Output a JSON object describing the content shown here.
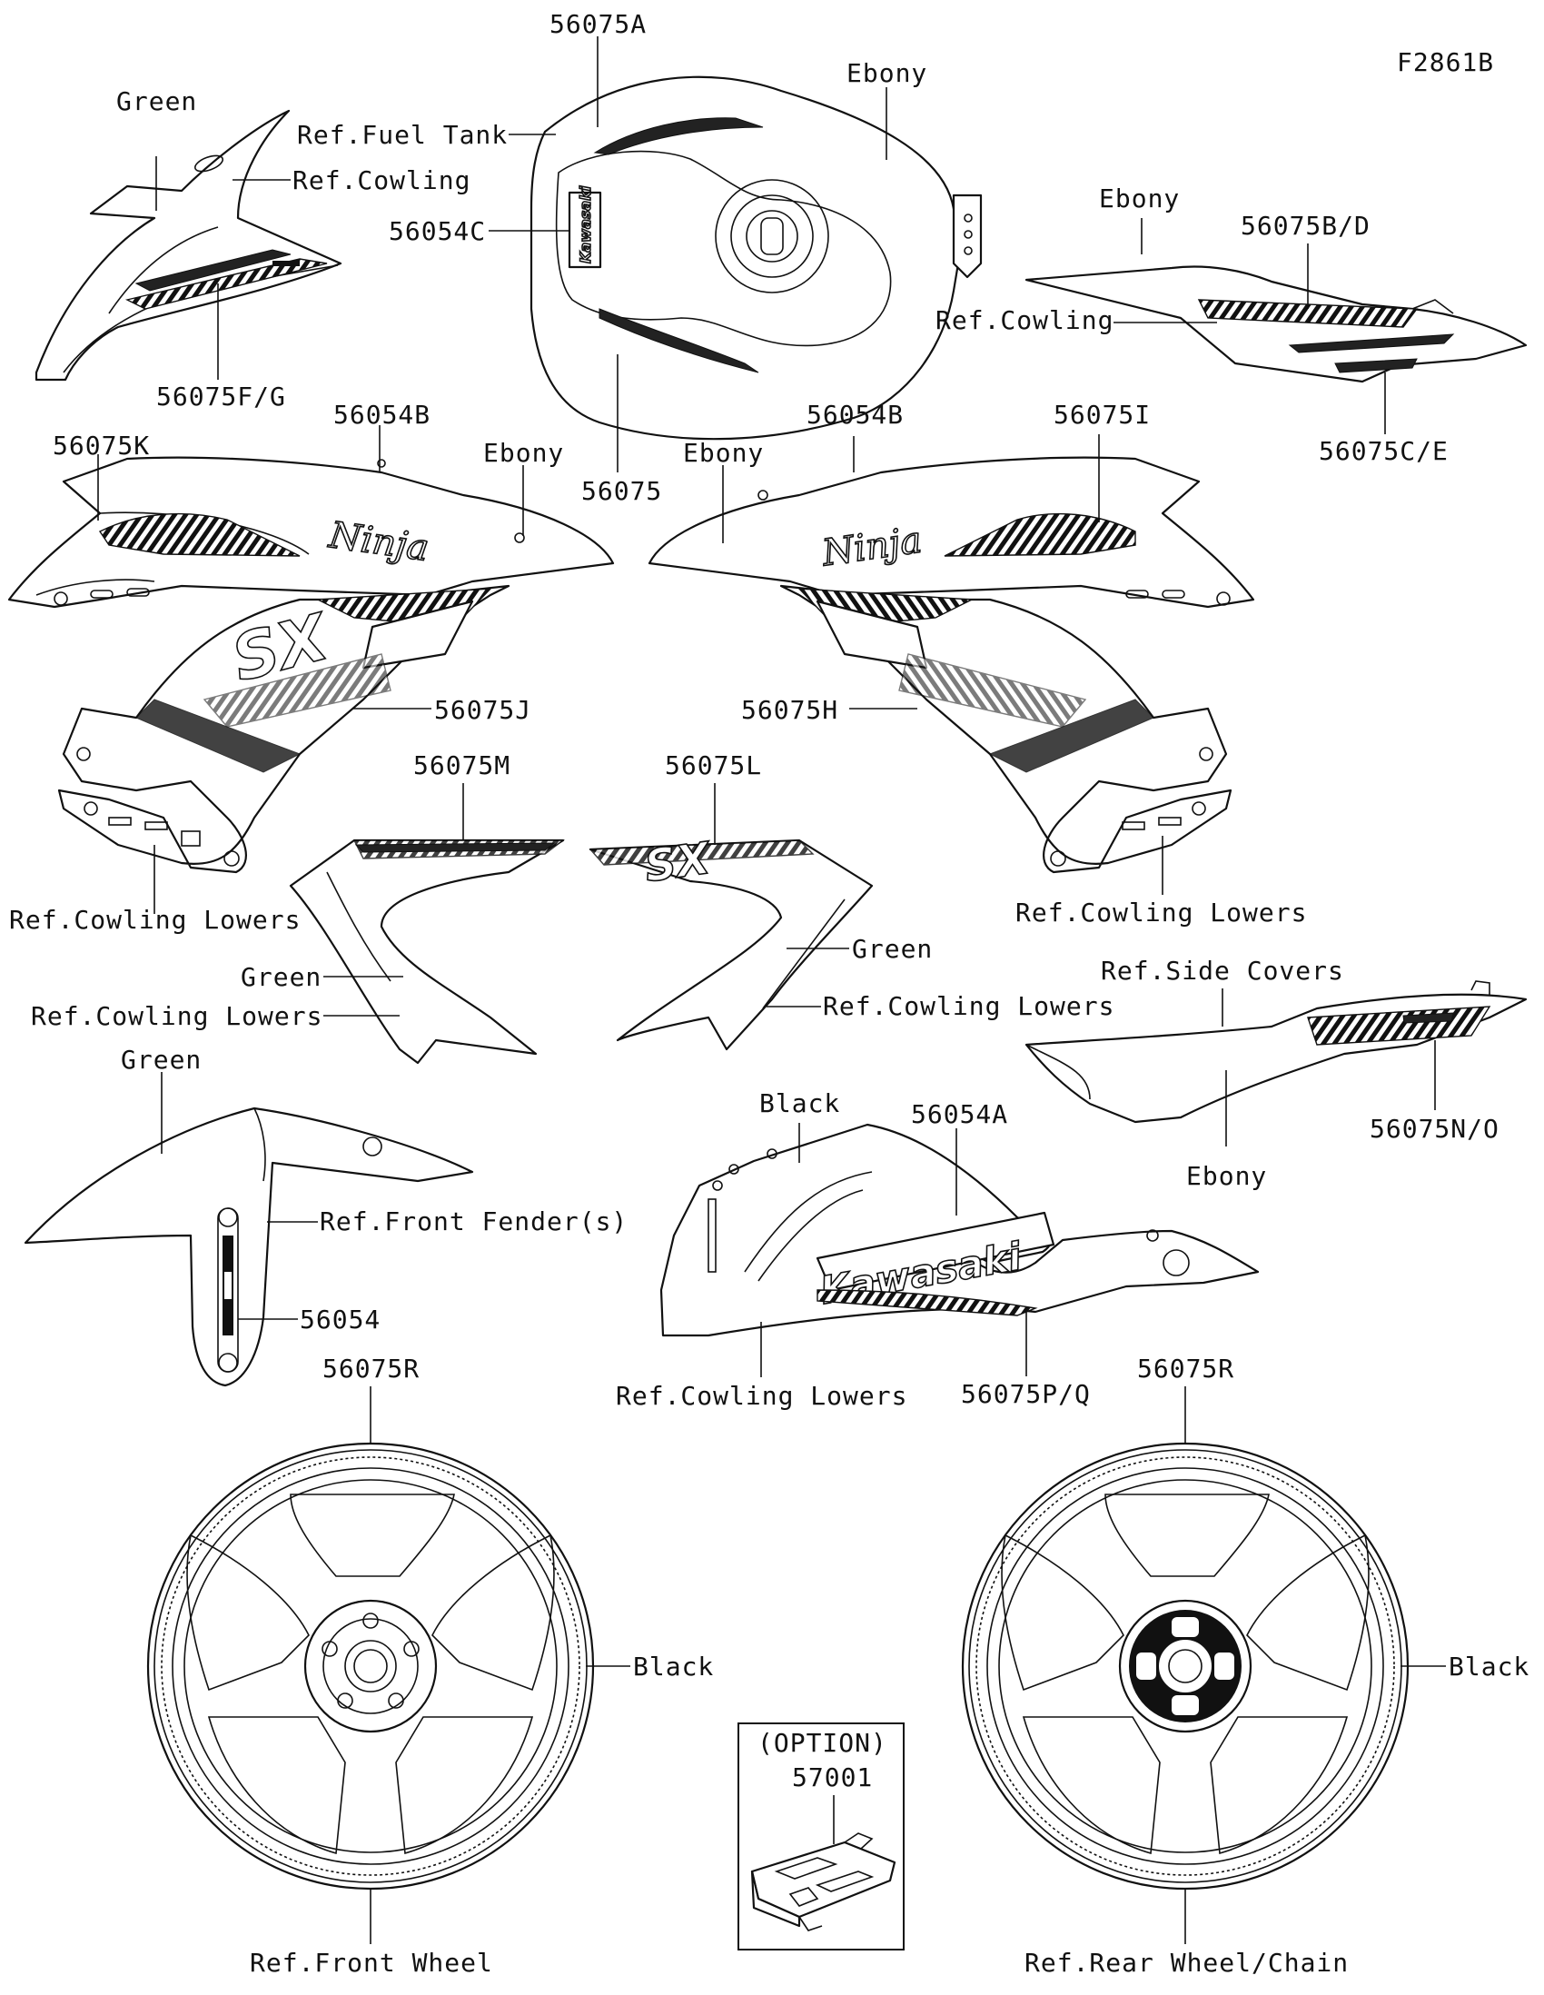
{
  "diagram": {
    "figure_code": "F2861B",
    "labels": {
      "p56075A": "56075A",
      "ebony_tank": "Ebony",
      "ref_fuel_tank": "Ref.Fuel Tank",
      "green_top": "Green",
      "ref_cowling_top": "Ref.Cowling",
      "p56054C": "56054C",
      "p56075FG": "56075F/G",
      "ebony_tail": "Ebony",
      "p56075BD": "56075B/D",
      "ref_cowling_tail": "Ref.Cowling",
      "p56075CE": "56075C/E",
      "p56054B_left": "56054B",
      "p56075K": "56075K",
      "ebony_left": "Ebony",
      "p56075": "56075",
      "ebony_right": "Ebony",
      "p56054B_right": "56054B",
      "p56075I": "56075I",
      "p56075J": "56075J",
      "p56075H": "56075H",
      "p56075M": "56075M",
      "p56075L": "56075L",
      "ref_cowling_lowers_left": "Ref.Cowling Lowers",
      "ref_cowling_lowers_right": "Ref.Cowling Lowers",
      "green_right_inner": "Green",
      "green_left_inner": "Green",
      "ref_cowling_lowers_left_inner": "Ref.Cowling Lowers",
      "ref_cowling_lowers_right_inner": "Ref.Cowling Lowers",
      "ref_side_covers": "Ref.Side Covers",
      "green_fender": "Green",
      "black_belly": "Black",
      "p56054A": "56054A",
      "p56075NO": "56075N/O",
      "ebony_side_cover": "Ebony",
      "ref_front_fenders": "Ref.Front Fender(s)",
      "p56054": "56054",
      "ref_cowling_lowers_belly": "Ref.Cowling Lowers",
      "p56075PQ": "56075P/Q",
      "p56075R_front": "56075R",
      "p56075R_rear": "56075R",
      "black_front_wheel": "Black",
      "black_rear_wheel": "Black",
      "option": "(OPTION)",
      "p57001": "57001",
      "ref_front_wheel": "Ref.Front Wheel",
      "ref_rear_wheel_chain": "Ref.Rear Wheel/Chain"
    },
    "decal_text": {
      "kawasaki_large": "Kawasaki",
      "kawasaki_tank": "Kawasaki",
      "ninja_left": "Ninja",
      "ninja_right": "Ninja"
    }
  }
}
